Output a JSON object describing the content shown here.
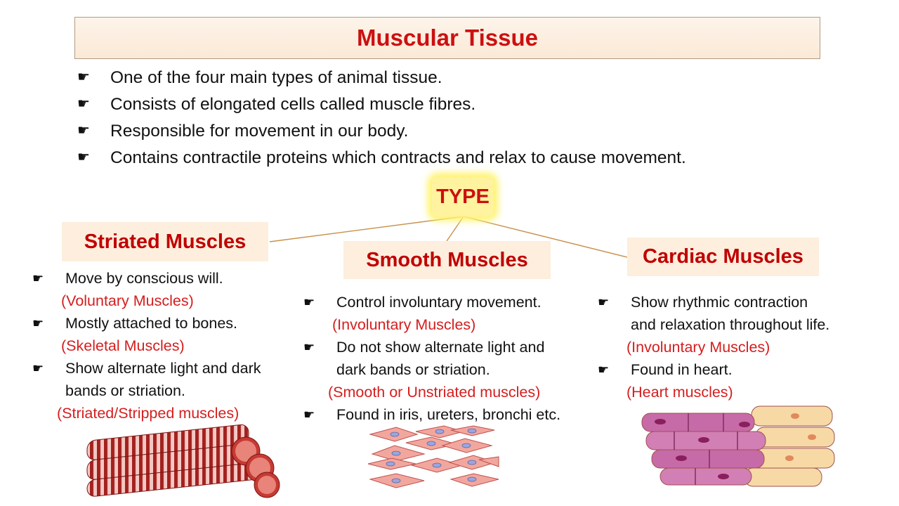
{
  "title": "Muscular Tissue",
  "intro_points": [
    "One of the four main types of animal tissue.",
    "Consists of elongated cells called muscle fibres.",
    "Responsible for movement in our body.",
    "Contains contractile proteins which contracts and relax to cause movement."
  ],
  "type_label": "TYPE",
  "bullet_glyph": "☛",
  "striated": {
    "heading": "Striated Muscles",
    "b1": "Move by conscious will.",
    "b1_note": "(Voluntary Muscles)",
    "b2": "Mostly attached to bones.",
    "b2_note": "(Skeletal Muscles)",
    "b3_l1": "Show alternate light and dark",
    "b3_l2": "bands or striation.",
    "b3_note": "(Striated/Stripped muscles)"
  },
  "smooth": {
    "heading": "Smooth Muscles",
    "b1": "Control involuntary movement.",
    "b1_note": "(Involuntary Muscles)",
    "b2_l1": "Do not show alternate light and",
    "b2_l2": "dark bands or striation.",
    "b2_note": "(Smooth or Unstriated muscles)",
    "b3": "Found in iris, ureters, bronchi etc."
  },
  "cardiac": {
    "heading": "Cardiac Muscles",
    "b1_l1": "Show rhythmic contraction",
    "b1_l2": "and relaxation throughout life.",
    "b1_note": "(Involuntary Muscles)",
    "b2": "Found in heart.",
    "b2_note": "(Heart muscles)"
  },
  "colors": {
    "title_red": "#cc1010",
    "note_red": "#d51e1e",
    "category_bg": "#fdeedd",
    "type_glow": "#fff36a",
    "connector": "#c8904a"
  }
}
